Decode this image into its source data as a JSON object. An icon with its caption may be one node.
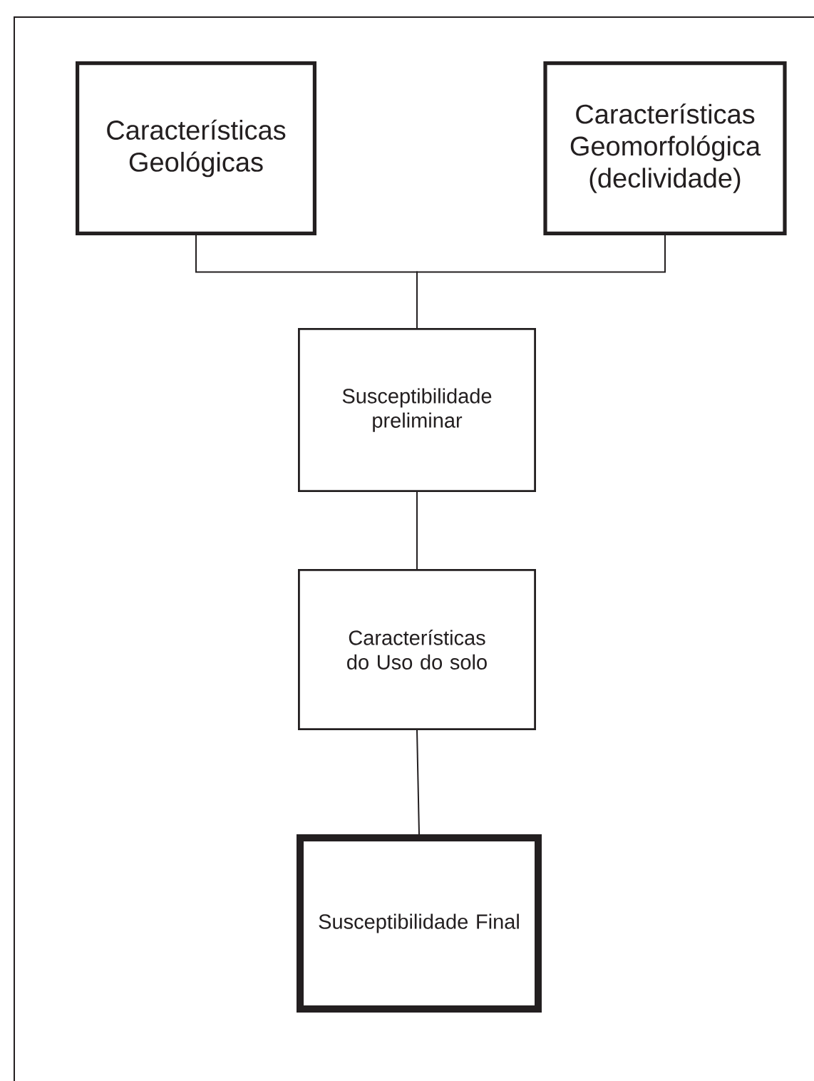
{
  "diagram": {
    "nodes": [
      {
        "text": [
          "Características Geológicas"
        ]
      },
      {
        "text": [
          "Características Geomorfológica (declividade)"
        ]
      },
      {
        "text": [
          "Susceptibilidade preliminar"
        ]
      },
      {
        "text": [
          "Características do Uso do solo"
        ]
      },
      {
        "text": [
          "Susceptibilidade Final"
        ]
      }
    ],
    "edges": [
      {
        "from": 0,
        "to": 2,
        "arrow": "none"
      },
      {
        "from": 1,
        "to": 2,
        "arrow": "none"
      },
      {
        "from": 2,
        "to": 3,
        "arrow": "none"
      },
      {
        "from": 3,
        "to": 4,
        "arrow": "none"
      }
    ]
  }
}
